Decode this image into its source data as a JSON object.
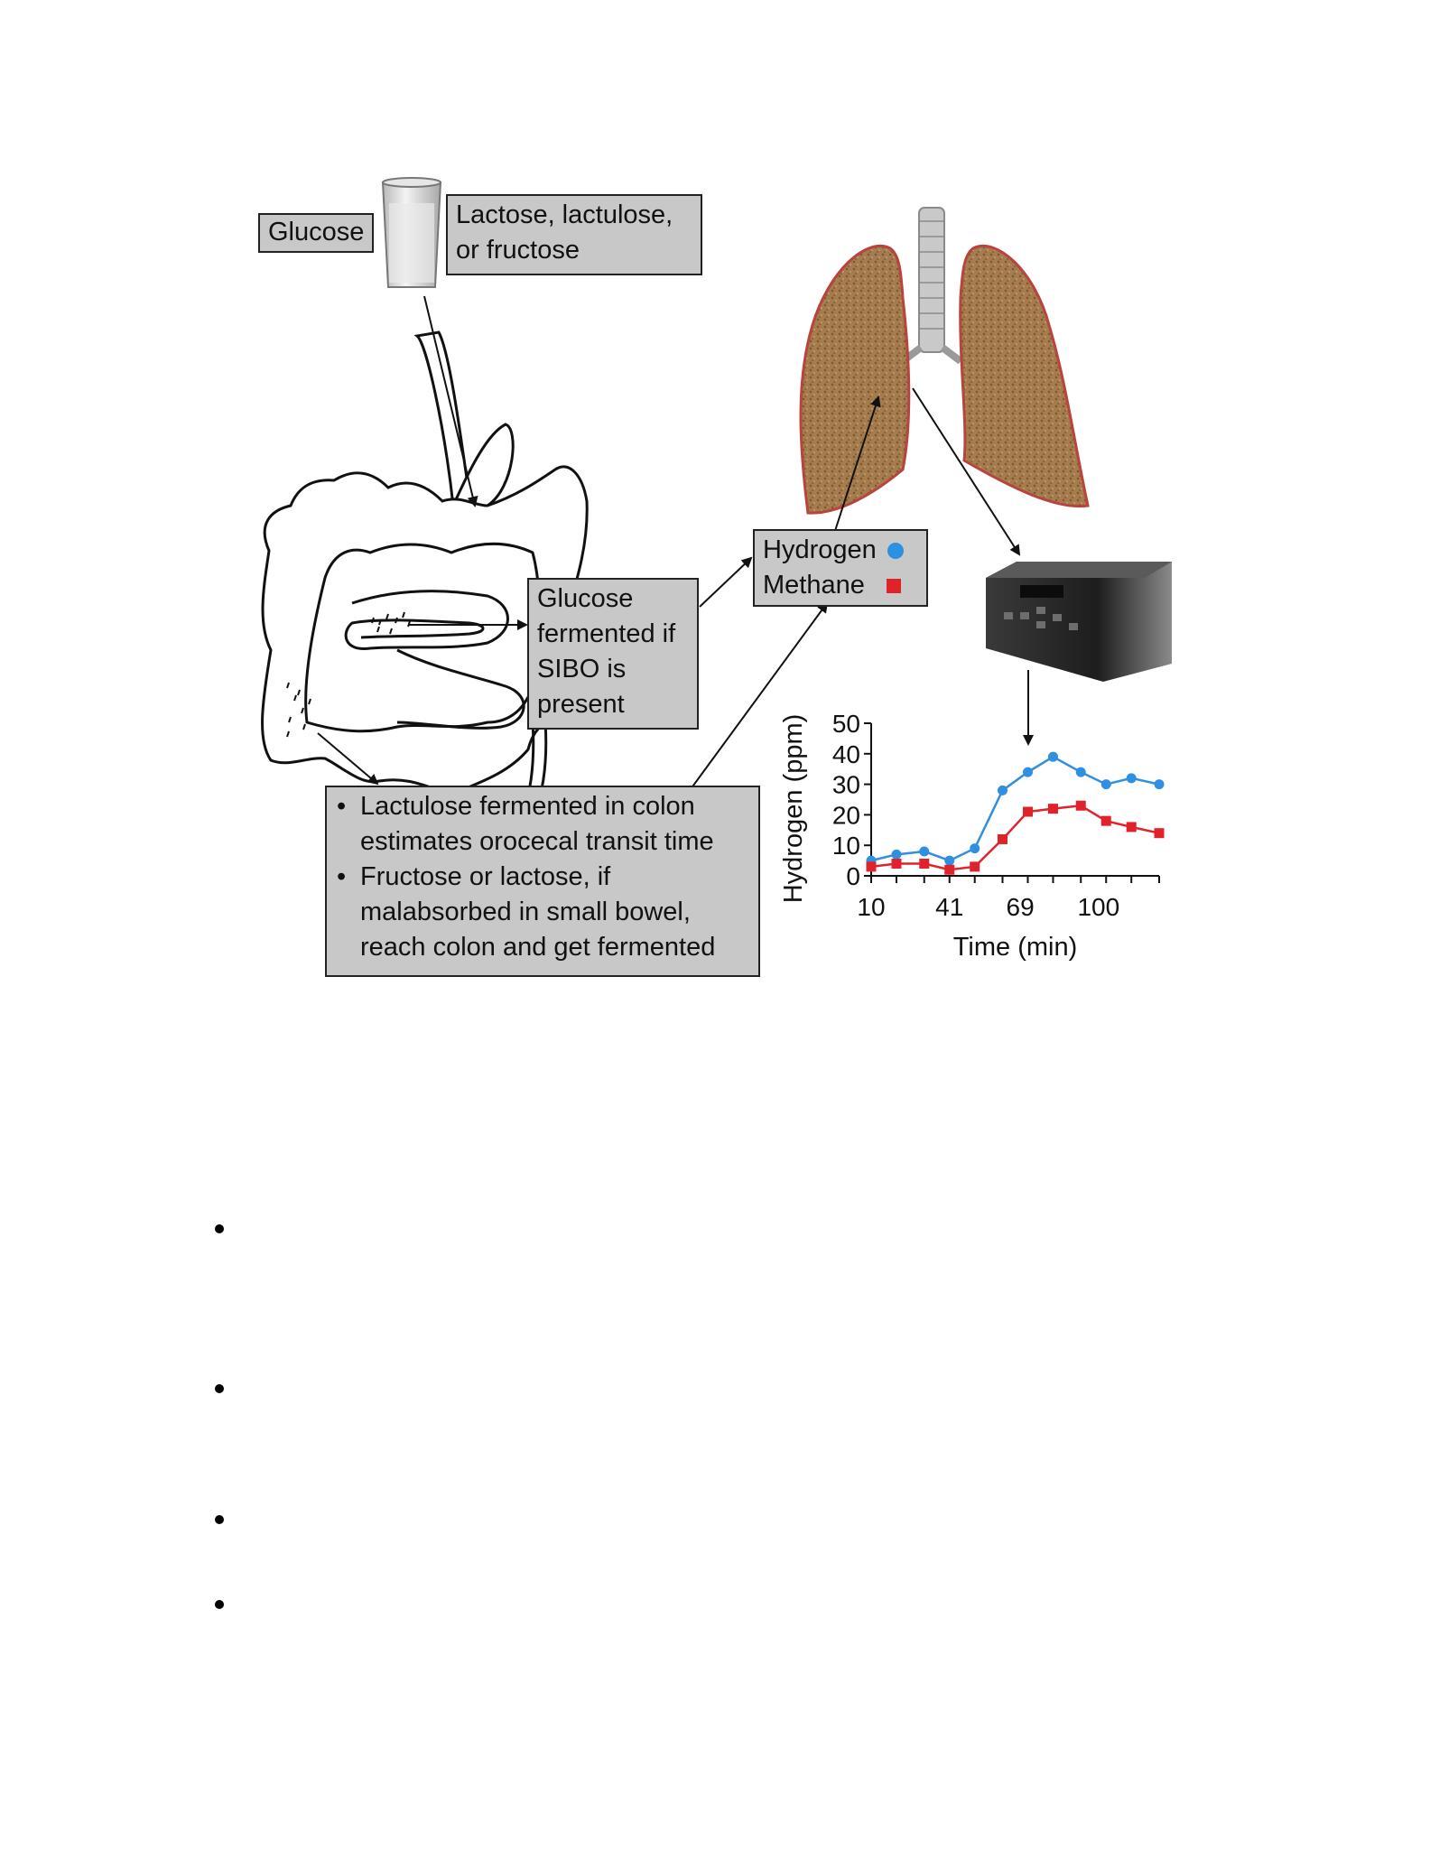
{
  "labels": {
    "glucose": "Glucose",
    "lactose_line1": "Lactose, lactulose,",
    "lactose_line2": "or fructose",
    "glucose_fermented": [
      "Glucose",
      "fermented if",
      "SIBO is",
      "present"
    ],
    "legend_hydrogen": "Hydrogen",
    "legend_methane": "Methane",
    "colon_notes": [
      [
        "Lactulose fermented in colon",
        "estimates orocecal transit time"
      ],
      [
        "Fructose or lactose, if",
        "malabsorbed in small bowel,",
        "reach colon and get fermented"
      ]
    ]
  },
  "colors": {
    "hydrogen": "#2f8fe0",
    "methane": "#e0232b",
    "label_bg": "#c8c8c8",
    "lung": "#9b7448"
  },
  "icons": [
    "glass-of-water-icon",
    "digestive-tract-icon",
    "lungs-icon",
    "breath-analyzer-icon"
  ],
  "chart_data": {
    "type": "line",
    "ylabel": "Hydrogen (ppm)",
    "xlabel": "Time (min)",
    "x_tick_labels": [
      "10",
      "41",
      "69",
      "100"
    ],
    "y_tick_labels": [
      "0",
      "10",
      "20",
      "30",
      "40",
      "50"
    ],
    "ylim": [
      0,
      50
    ],
    "x_points": [
      10,
      20,
      31,
      41,
      51,
      62,
      72,
      82,
      93,
      103,
      113,
      124
    ],
    "series": [
      {
        "name": "Hydrogen",
        "marker": "circle",
        "values": [
          5,
          7,
          8,
          5,
          9,
          28,
          34,
          39,
          34,
          30,
          32,
          30
        ]
      },
      {
        "name": "Methane",
        "marker": "square",
        "values": [
          3,
          4,
          4,
          2,
          3,
          12,
          21,
          22,
          23,
          18,
          16,
          14
        ]
      }
    ]
  },
  "bullet_count": 4
}
